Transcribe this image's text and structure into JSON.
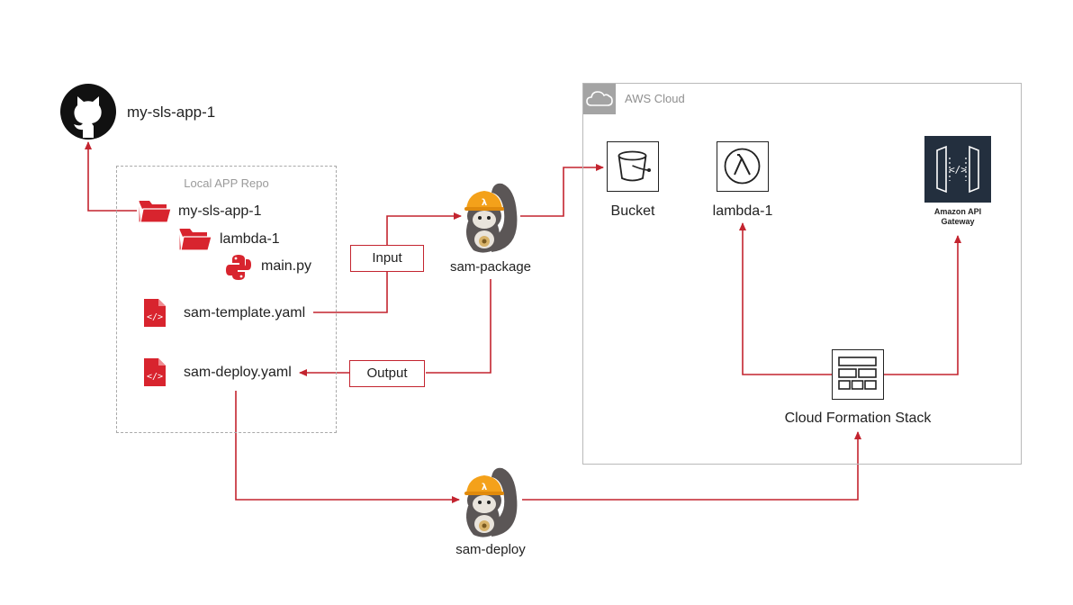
{
  "github": {
    "repo_name": "my-sls-app-1",
    "icon": "github-octocat-icon"
  },
  "local_repo": {
    "title": "Local APP Repo",
    "root_folder": "my-sls-app-1",
    "sub_folder": "lambda-1",
    "python_file": "main.py",
    "template_file": "sam-template.yaml",
    "deploy_file": "sam-deploy.yaml"
  },
  "flow": {
    "input_label": "Input",
    "output_label": "Output",
    "sam_package_label": "sam-package",
    "sam_deploy_label": "sam-deploy"
  },
  "aws_cloud": {
    "title": "AWS Cloud",
    "bucket_label": "Bucket",
    "lambda_label": "lambda-1",
    "api_gateway_label_line1": "Amazon API",
    "api_gateway_label_line2": "Gateway",
    "cloudformation_label": "Cloud Formation Stack"
  },
  "colors": {
    "arrow": "#c3242f",
    "folder": "#d8242e",
    "api_gateway_bg": "#232f3e",
    "aws_tag": "#a4a4a4",
    "squirrel_fur": "#5b5656",
    "squirrel_helmet": "#f4a11a"
  }
}
